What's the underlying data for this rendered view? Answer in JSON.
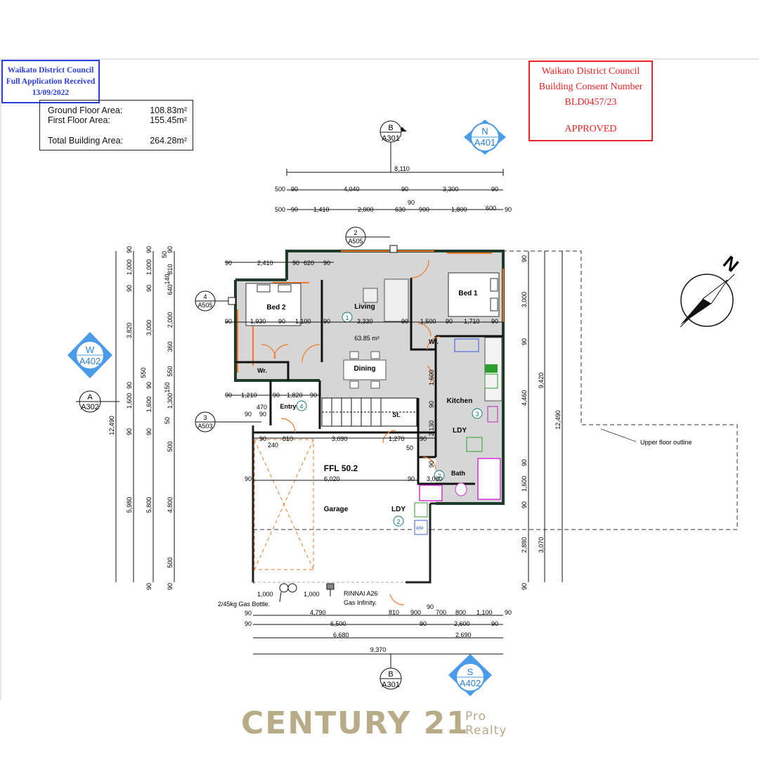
{
  "stamps": {
    "received": {
      "line1": "Waikato District Council",
      "line2": "Full Application Received",
      "line3": "13/09/2022",
      "color": "#2b3fe0"
    },
    "consent": {
      "line1": "Waikato District Council",
      "line2": "Building Consent Number",
      "line3": "BLD0457/23",
      "status": "APPROVED",
      "color": "#e22222"
    }
  },
  "areas": {
    "ground_label": "Ground Floor Area:",
    "ground_value": "108.83m²",
    "first_label": "First Floor Area:",
    "first_value": "155.45m²",
    "total_label": "Total Building Area:",
    "total_value": "264.28m²"
  },
  "section_markers": {
    "top_b": {
      "letter": "B",
      "sheet": "A301"
    },
    "bottom_b": {
      "letter": "B",
      "sheet": "A301"
    },
    "left_a": {
      "letter": "A",
      "sheet": "A302"
    }
  },
  "elevation_markers": {
    "north": {
      "letter": "N",
      "sheet": "A401"
    },
    "south": {
      "letter": "S",
      "sheet": "A402"
    },
    "west": {
      "letter": "W",
      "sheet": "A402"
    }
  },
  "detail_markers": [
    {
      "num": "2",
      "sheet": "A505"
    },
    {
      "num": "4",
      "sheet": "A505"
    },
    {
      "num": "3",
      "sheet": "A503"
    }
  ],
  "rooms": {
    "bed2": "Bed 2",
    "bed1": "Bed 1",
    "living": "Living",
    "dining": "Dining",
    "area_label": "63.85 m²",
    "wr_left": "Wr.",
    "wr_right": "Wr.",
    "entry": "Entry",
    "st": "St.",
    "kitchen": "Kitchen",
    "ldy_upper": "LDY",
    "bath": "Bath",
    "garage": "Garage",
    "ldy_garage": "LDY",
    "ffl": "FFL 50.2",
    "wm": "WM"
  },
  "room_tags": {
    "living": "1",
    "entry": "4",
    "kitchen": "3",
    "bath": "2",
    "ldy": "2"
  },
  "notes": {
    "upper_outline": "Upper floor outline",
    "gas_bottle": "2/45kg Gas Bottle.",
    "rinnai1": "RINNAI A26",
    "rinnai2": "Gas Infinity."
  },
  "dims_top": {
    "overall": "8,110",
    "row2": [
      "500",
      "90",
      "4,040",
      "90",
      "3,300",
      "90"
    ],
    "row3": [
      "500",
      "90",
      "1,410",
      "2,000",
      "630",
      "90",
      "900",
      "1,800",
      "600",
      "90"
    ]
  },
  "dims_bottom": {
    "row1": [
      "90",
      "4,790",
      "810",
      "900",
      "90",
      "700",
      "800",
      "1,100",
      "90"
    ],
    "row2": [
      "90",
      "6,500",
      "90",
      "2,600",
      "90"
    ],
    "row3": [
      "6,680",
      "2,690"
    ],
    "overall": "9,370"
  },
  "dims_left": {
    "col1": [
      "12,490"
    ],
    "col2": [
      "1,000",
      "3,820",
      "1,600",
      "5,980"
    ],
    "col3": [
      "1,000",
      "3,000",
      "550",
      "1,600",
      "5,800"
    ],
    "col4": [
      "810",
      "640",
      "140",
      "2,000",
      "360",
      "550",
      "150",
      "1,300",
      "50",
      "500",
      "4,800",
      "500"
    ],
    "ticks90": [
      "90",
      "90",
      "90",
      "90",
      "90",
      "90",
      "90",
      "90",
      "90",
      "90",
      "90",
      "50"
    ]
  },
  "dims_right": {
    "col1": [
      "90",
      "3,000",
      "90",
      "4,460",
      "90",
      "1,600",
      "90",
      "2,880",
      "90"
    ],
    "col2": [
      "9,420",
      "3,070"
    ],
    "col3": [
      "12,490"
    ]
  },
  "dims_interior": {
    "bed_row": [
      "90",
      "2,410",
      "90",
      "620",
      "90"
    ],
    "mid_row": [
      "90",
      "1,930",
      "90",
      "1,100",
      "90",
      "3,330",
      "90",
      "1,500",
      "90",
      "1,710",
      "90"
    ],
    "entry_row": [
      "90",
      "1,210",
      "90",
      "1,820",
      "90"
    ],
    "entry_small": [
      "470",
      "90",
      "90"
    ],
    "garage_row": [
      "90",
      "810",
      "3,090",
      "1,270",
      "90"
    ],
    "garage_extra": [
      "240",
      "50"
    ],
    "garage_width": [
      "90",
      "6,020",
      "90"
    ],
    "bath_width": "3,080",
    "kitchen_col": [
      "1,600",
      "90",
      "2,130",
      "90"
    ],
    "gas_dims": [
      "1,000",
      "1,000"
    ]
  },
  "logo": {
    "word": "CENTURY 21",
    "sub1": "Pro",
    "sub2": "Realty",
    "reg": "®",
    "color": "#b8ab87"
  }
}
